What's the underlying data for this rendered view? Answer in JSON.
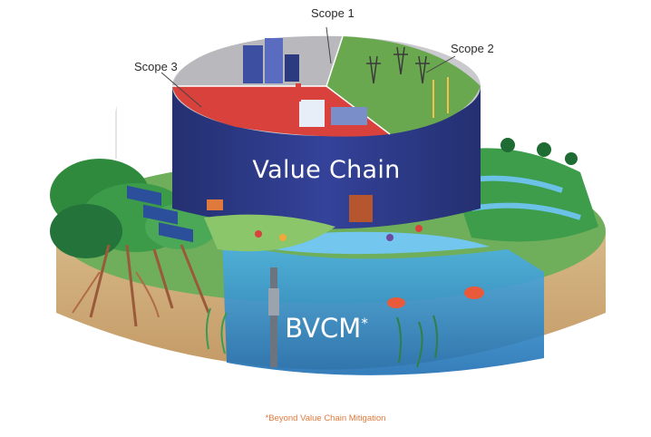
{
  "labels": {
    "scope_1": "Scope 1",
    "scope_2": "Scope 2",
    "scope_3": "Scope 3",
    "value_chain": "Value Chain",
    "bvcm": "BVCM",
    "bvcm_mark": "*",
    "footnote": "*Beyond Value Chain Mitigation"
  },
  "colors": {
    "scope_1": "#b8b8bd",
    "scope_2": "#6aa84f",
    "scope_3": "#d9423c",
    "value_chain_band": "#2e3a82",
    "water": "#3a9ad9",
    "soil": "#c9a777",
    "footnote": "#e07a3c"
  }
}
